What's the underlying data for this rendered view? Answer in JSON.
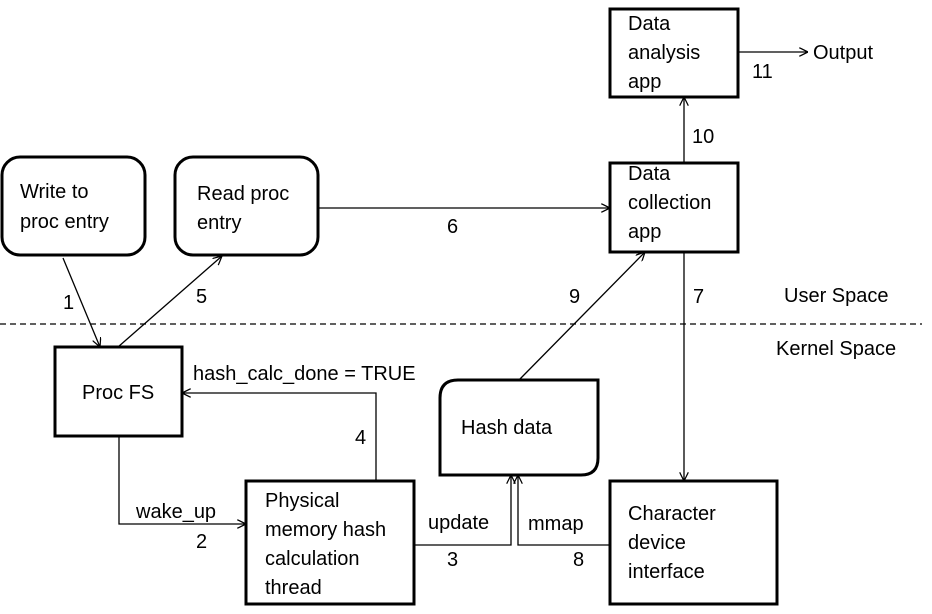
{
  "nodes": {
    "write_proc": [
      "Write to",
      "proc entry"
    ],
    "read_proc": [
      "Read proc",
      "entry"
    ],
    "data_collection": [
      "Data",
      "collection",
      "app"
    ],
    "data_analysis": [
      "Data",
      "analysis",
      "app"
    ],
    "proc_fs": [
      "Proc FS"
    ],
    "hash_data": [
      "Hash data"
    ],
    "hash_thread": [
      "Physical",
      "memory hash",
      "calculation",
      "thread"
    ],
    "char_device": [
      "Character",
      "device",
      "interface"
    ]
  },
  "labels": {
    "output": "Output",
    "user_space": "User Space",
    "kernel_space": "Kernel Space",
    "hash_calc_done": "hash_calc_done = TRUE",
    "wake_up": "wake_up",
    "update": "update",
    "mmap": "mmap"
  },
  "steps": {
    "s1": "1",
    "s2": "2",
    "s3": "3",
    "s4": "4",
    "s5": "5",
    "s6": "6",
    "s7": "7",
    "s8": "8",
    "s9": "9",
    "s10": "10",
    "s11": "11"
  }
}
